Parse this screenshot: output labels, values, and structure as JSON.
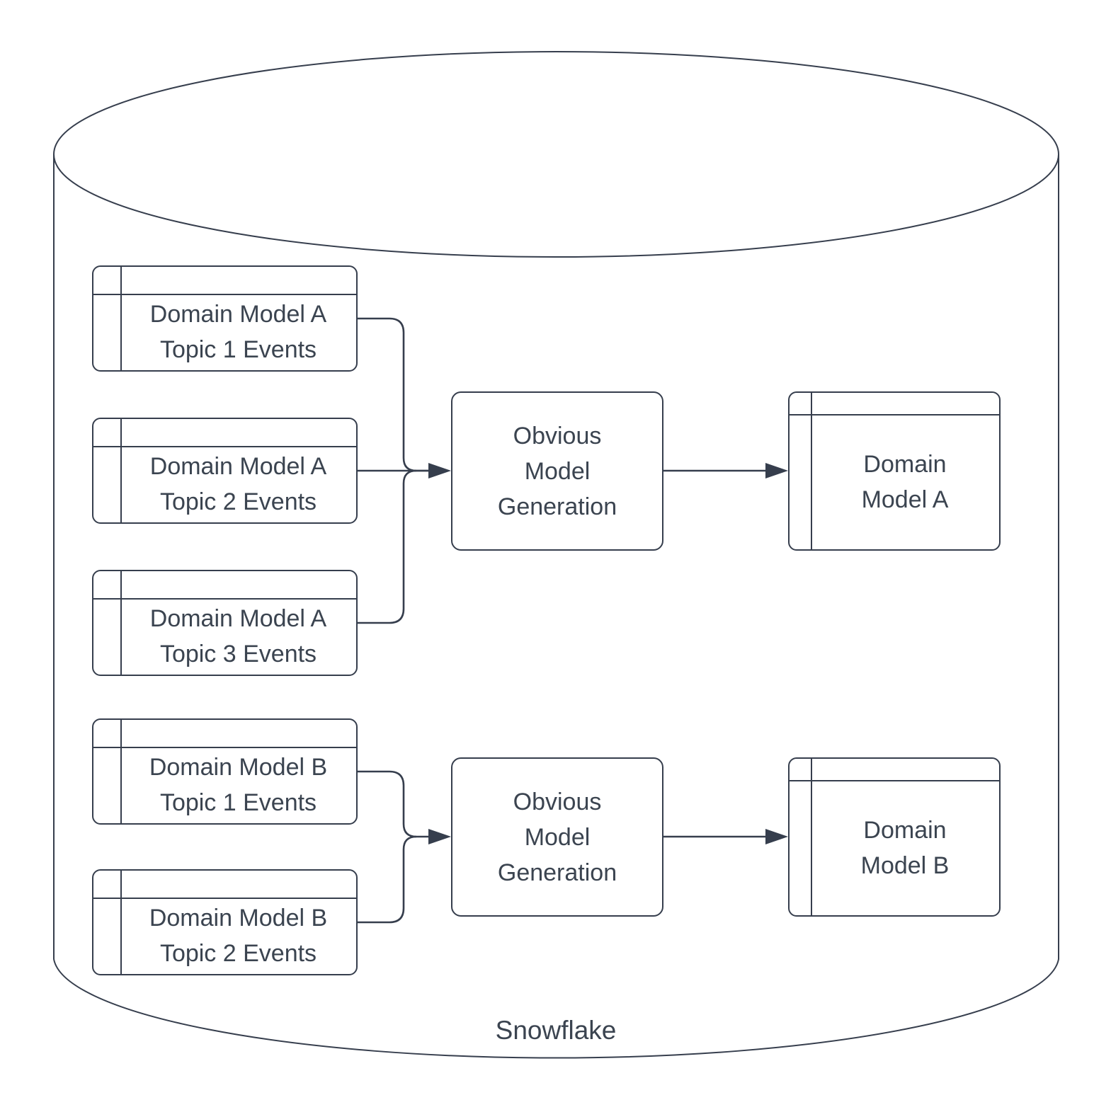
{
  "diagram": {
    "database_label": "Snowflake",
    "pipelines": [
      {
        "id": "A",
        "sources": [
          {
            "label": "Domain Model A\nTopic 1 Events"
          },
          {
            "label": "Domain Model A\nTopic 2 Events"
          },
          {
            "label": "Domain Model A\nTopic 3 Events"
          }
        ],
        "process": {
          "label": "Obvious\nModel\nGeneration"
        },
        "output": {
          "label": "Domain\nModel A"
        }
      },
      {
        "id": "B",
        "sources": [
          {
            "label": "Domain Model B\nTopic 1 Events"
          },
          {
            "label": "Domain Model B\nTopic 2 Events"
          }
        ],
        "process": {
          "label": "Obvious\nModel\nGeneration"
        },
        "output": {
          "label": "Domain\nModel B"
        }
      }
    ],
    "colors": {
      "stroke": "#363e4d",
      "text": "#3b4450",
      "background": "#ffffff"
    }
  }
}
